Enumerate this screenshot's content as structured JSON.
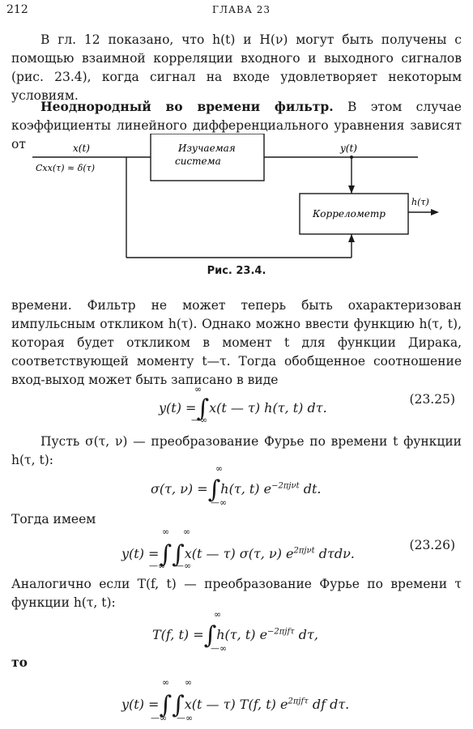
{
  "header": {
    "page_number": "212",
    "chapter": "ГЛАВА 23"
  },
  "para1": "В гл. 12 показано, что h(t) и H(ν) могут быть получены с помощью взаимной корреляции входного и выходного сигналов (рис. 23.4), когда сигнал на входе удовлетворяет некоторым условиям.",
  "para2_heading": "Неоднородный во времени фильтр.",
  "para2": "В этом случае коэффициенты линейного дифференциального уравнения зависят от",
  "figure": {
    "input_label": "x(t)",
    "input_cond": "Cxx(τ) ≈ δ(τ)",
    "system_line1": "Изучаемая",
    "system_line2": "система",
    "output_label": "y(t)",
    "correlator": "Коррелометр",
    "corr_output": "h(τ)",
    "caption": "Рис. 23.4."
  },
  "para3": "времени. Фильтр не может теперь быть охарактеризован импульсным откликом h(τ). Однако можно ввести функцию h(τ, t), которая будет откликом в момент t для функции Дирака, соответствующей моменту t—τ. Тогда обобщенное соотношение вход-выход может быть записано в виде",
  "eq1": {
    "lhs": "y(t) =",
    "rhs": "x(t — τ) h(τ, t) dτ.",
    "upper": "∞",
    "lower": "—∞",
    "number": "(23.25)"
  },
  "para4": "Пусть σ(τ, ν) — преобразование Фурье по времени t функции h(τ, t):",
  "eq2": {
    "lhs": "σ(τ, ν) =",
    "rhs": "h(τ, t) e",
    "exp": "−2πjνt",
    "tail": " dt.",
    "upper": "∞",
    "lower": "—∞"
  },
  "para5": "Тогда имеем",
  "eq3": {
    "lhs": "y(t) =",
    "rhs": "x(t — τ) σ(τ, ν) e",
    "exp": "2πjνt",
    "tail": " dτdν.",
    "upper": "∞",
    "lower": "—∞",
    "number": "(23.26)"
  },
  "para6": "Аналогично если T(f, t) — преобразование Фурье по времени τ функции h(τ, t):",
  "eq4": {
    "lhs": "T(f, t) =",
    "rhs": "h(τ, t) e",
    "exp": "−2πjfτ",
    "tail": " dτ,",
    "upper": "∞",
    "lower": "—∞"
  },
  "to": "то",
  "eq5": {
    "lhs": "y(t) =",
    "rhs": "x(t — τ) T(f, t) e",
    "exp": "2πjfτ",
    "tail": " df dτ.",
    "upper": "∞",
    "lower": "—∞"
  }
}
